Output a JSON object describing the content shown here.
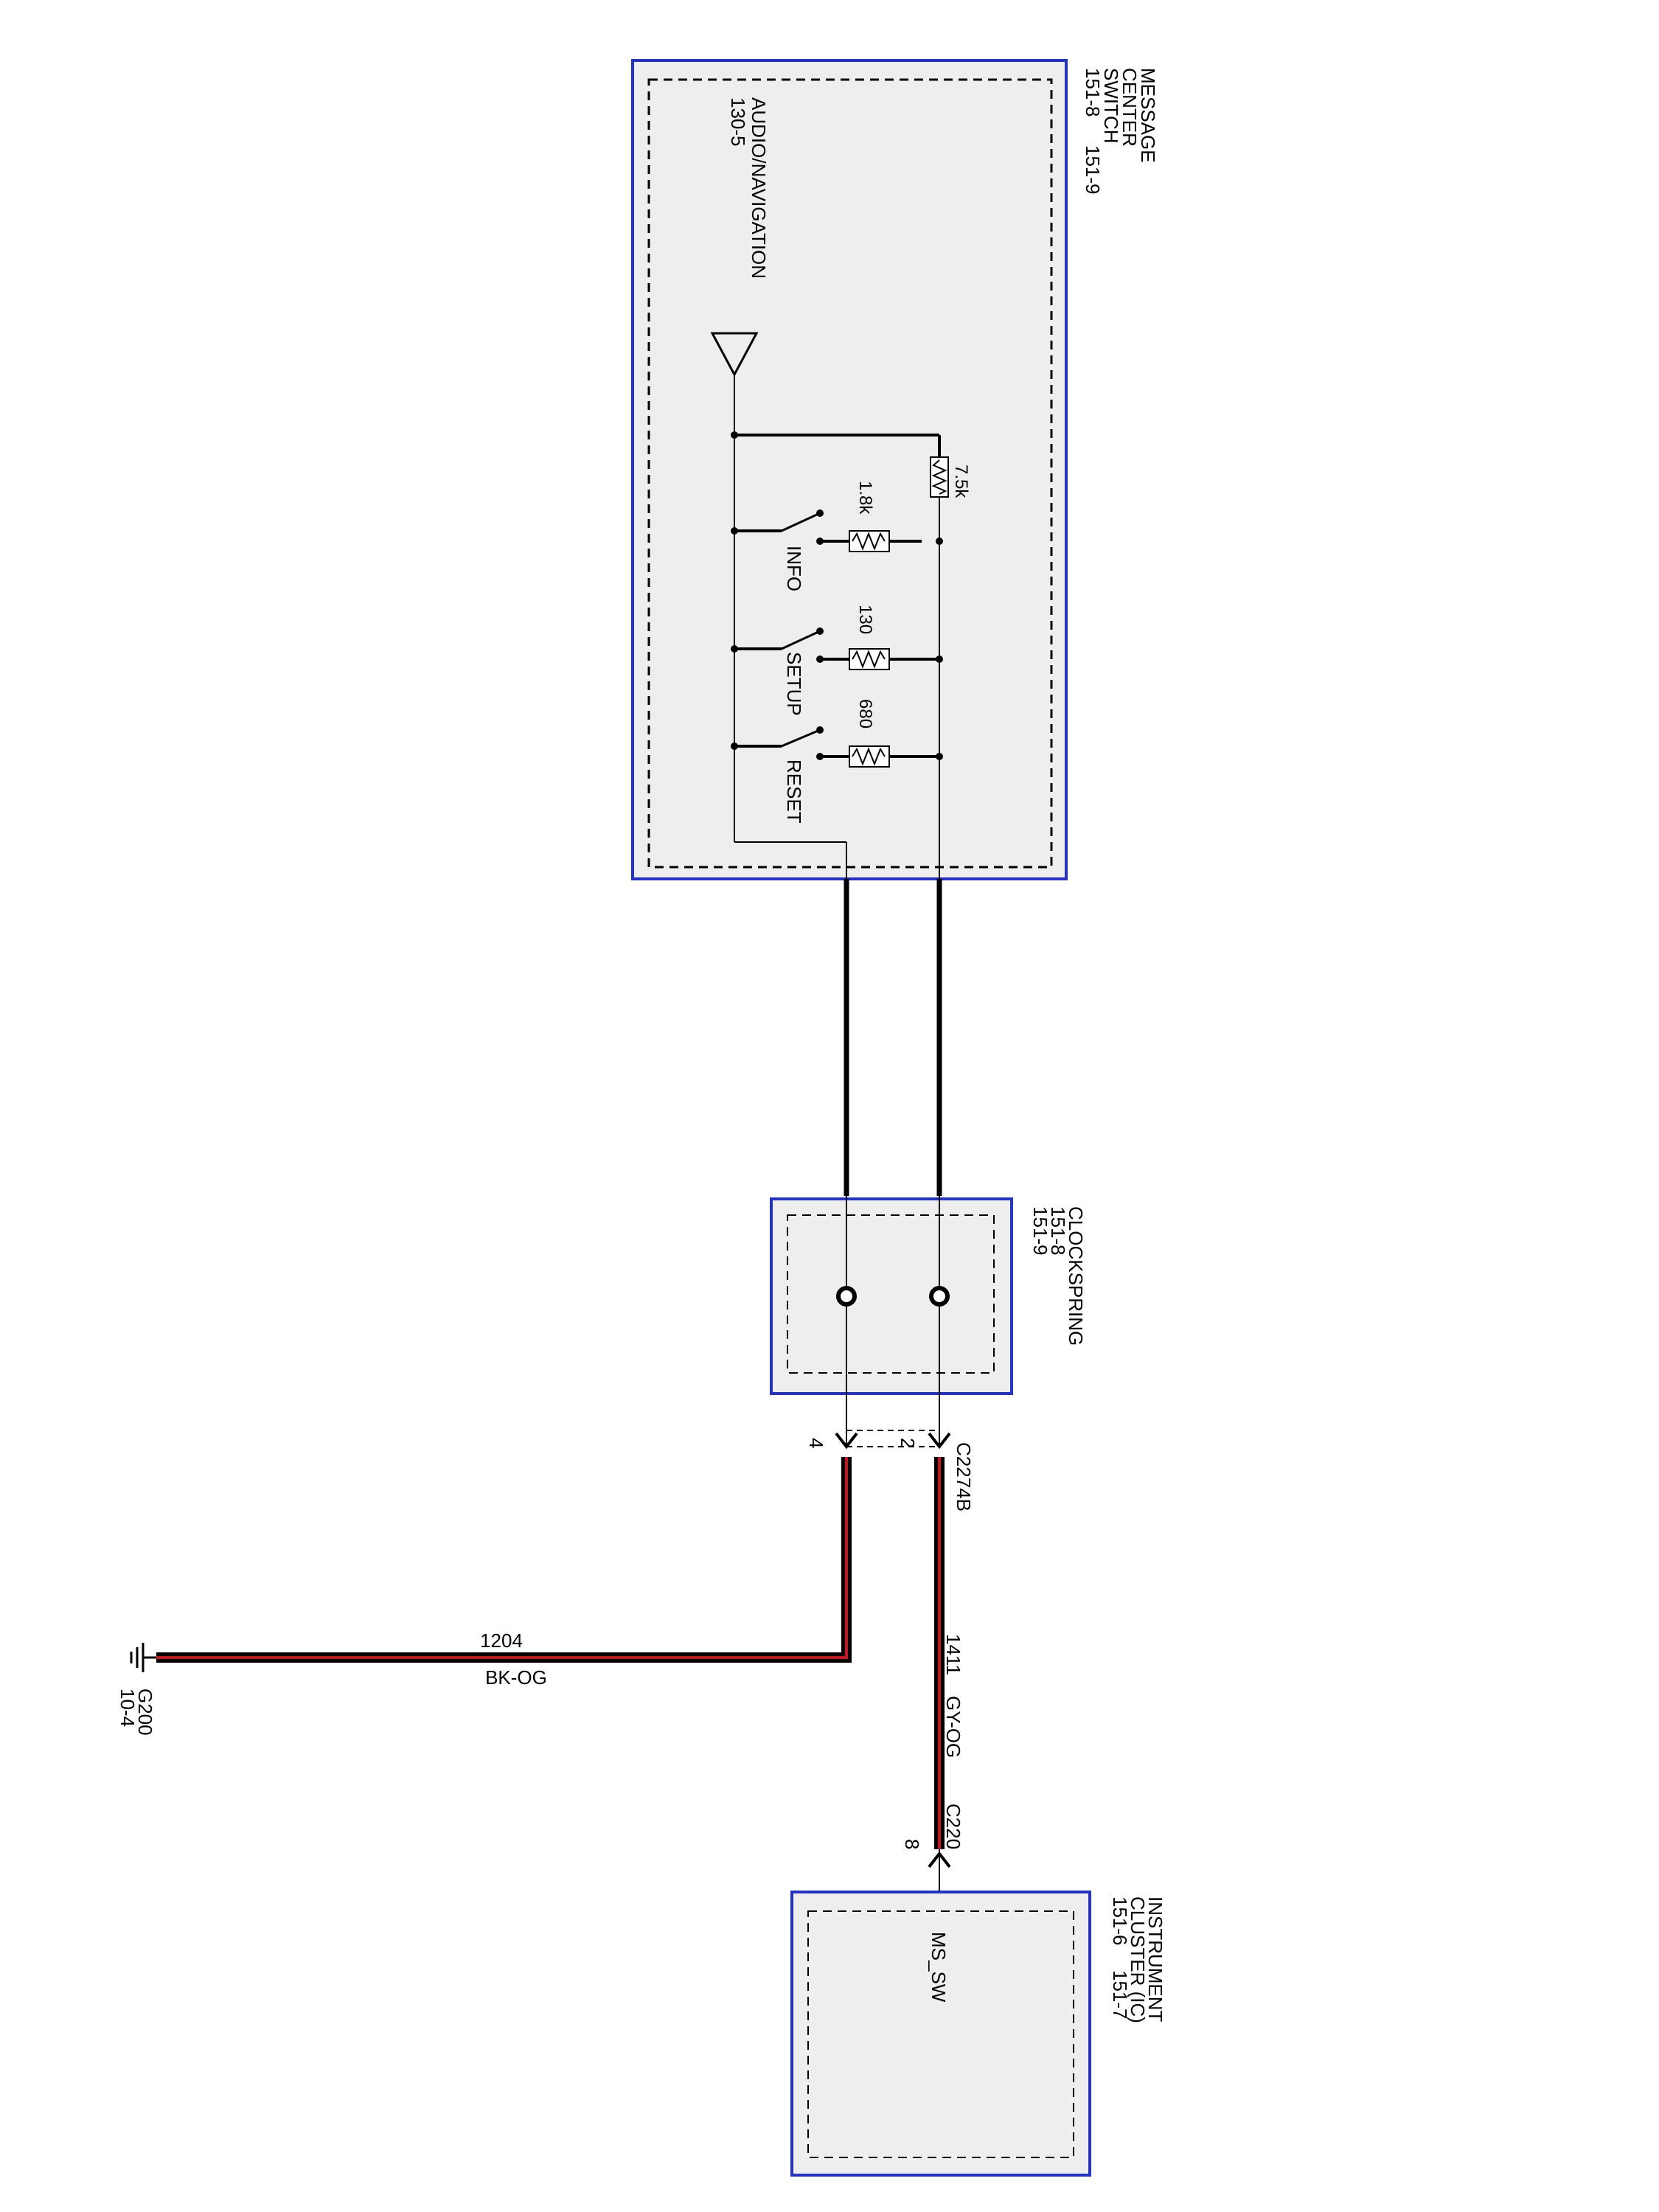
{
  "components": {
    "message_center_switch": {
      "name_lines": [
        "MESSAGE",
        "CENTER",
        "SWITCH"
      ],
      "refs": [
        "151-8",
        "151-9"
      ],
      "audio_label": "AUDIO/NAVIGATION",
      "audio_ref": "130-5",
      "resistors": {
        "r_75k": "7.5k",
        "r_18k": "1.8k",
        "r_130": "130",
        "r_680": "680"
      },
      "switches": {
        "info": "INFO",
        "setup": "SETUP",
        "reset": "RESET"
      }
    },
    "clockspring": {
      "name": "CLOCKSPRING",
      "refs": [
        "151-8",
        "151-9"
      ]
    },
    "instrument_cluster": {
      "name_lines": [
        "INSTRUMENT",
        "CLUSTER (IC)"
      ],
      "refs": [
        "151-6",
        "151-7"
      ],
      "pin_label": "MS_SW"
    }
  },
  "connectors": {
    "c2274b": {
      "name": "C2274B",
      "pins": [
        "2",
        "4"
      ]
    },
    "c220": {
      "name": "C220",
      "pin": "8"
    }
  },
  "wires": {
    "w1204": {
      "circuit": "1204",
      "color": "BK-OG"
    },
    "w1411": {
      "circuit": "1411",
      "color": "GY-OG"
    }
  },
  "ground": {
    "name": "G200",
    "ref": "10-4"
  },
  "colors": {
    "module_border": "#2432c8",
    "module_fill": "#eeeeee",
    "wire_stripe": "#c8161e",
    "wire": "#000000"
  }
}
